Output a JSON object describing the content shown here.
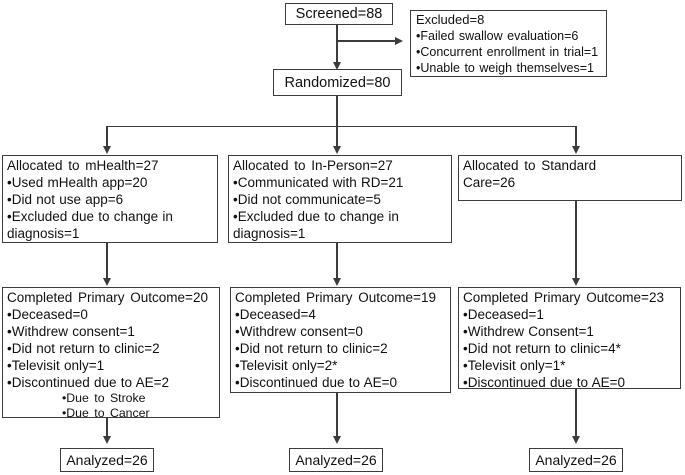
{
  "figure": {
    "screened": "Screened=88",
    "excluded": {
      "title": "Excluded=8",
      "items": [
        "•Failed swallow evaluation=6",
        "•Concurrent enrollment in trial=1",
        "•Unable to weigh themselves=1"
      ]
    },
    "randomized": "Randomized=80",
    "arms": [
      {
        "allocation": {
          "title": "Allocated to mHealth=27",
          "items": [
            "•Used mHealth app=20",
            "•Did not use app=6",
            "•Excluded due to change in diagnosis=1"
          ]
        },
        "outcome": {
          "title": "Completed Primary Outcome=20",
          "items": [
            "•Deceased=0",
            "•Withdrew consent=1",
            "•Did not return to clinic=2",
            "•Televisit only=1",
            "•Discontinued due to AE=2"
          ],
          "sub_items": [
            "•Due to Stroke",
            "•Due to Cancer"
          ]
        },
        "analyzed": "Analyzed=26"
      },
      {
        "allocation": {
          "title": "Allocated to In-Person=27",
          "items": [
            "•Communicated with RD=21",
            "•Did not communicate=5",
            "•Excluded due to change in diagnosis=1"
          ]
        },
        "outcome": {
          "title": "Completed Primary Outcome=19",
          "items": [
            "•Deceased=4",
            "•Withdrew consent=0",
            "•Did not return to clinic=2",
            "•Televisit only=2*",
            "•Discontinued due to AE=0"
          ]
        },
        "analyzed": "Analyzed=26"
      },
      {
        "allocation": {
          "title": "Allocated to Standard Care=26",
          "items": []
        },
        "outcome": {
          "title": "Completed Primary Outcome=23",
          "items": [
            "•Deceased=1",
            "•Withdrew Consent=1",
            "•Did not return to clinic=4*",
            "•Televisit only=1*",
            "•Discontinued due to AE=0"
          ]
        },
        "analyzed": "Analyzed=26"
      }
    ]
  }
}
